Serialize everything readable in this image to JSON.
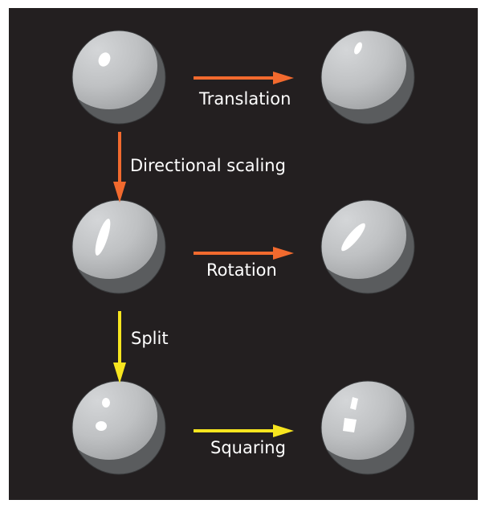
{
  "colors": {
    "background": "#231f20",
    "frame": "#ffffff",
    "orange_arrow": "#f26a2e",
    "yellow_arrow": "#f7e51f",
    "sphere_light": "#c7c9cb",
    "sphere_mid": "#aeb0b2",
    "sphere_shadow": "#5a5c5e",
    "highlight": "#ffffff"
  },
  "labels": {
    "translation": "Translation",
    "directional_scaling": "Directional scaling",
    "rotation": "Rotation",
    "split": "Split",
    "squaring": "Squaring"
  }
}
